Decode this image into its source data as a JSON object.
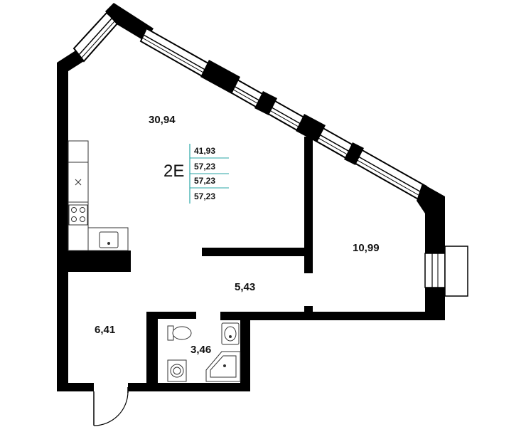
{
  "unit": {
    "code": "2E",
    "summary_values": [
      "41,93",
      "57,23",
      "57,23",
      "57,23"
    ]
  },
  "rooms": [
    {
      "id": "living-kitchen",
      "area": "30,94"
    },
    {
      "id": "bedroom",
      "area": "10,99"
    },
    {
      "id": "hallway",
      "area": "5,43"
    },
    {
      "id": "entrance",
      "area": "6,41"
    },
    {
      "id": "bathroom",
      "area": "3,46"
    }
  ],
  "colors": {
    "wall": "#000000",
    "background": "#ffffff",
    "accent": "#2aa6a6",
    "fixture_stroke": "#333333"
  }
}
